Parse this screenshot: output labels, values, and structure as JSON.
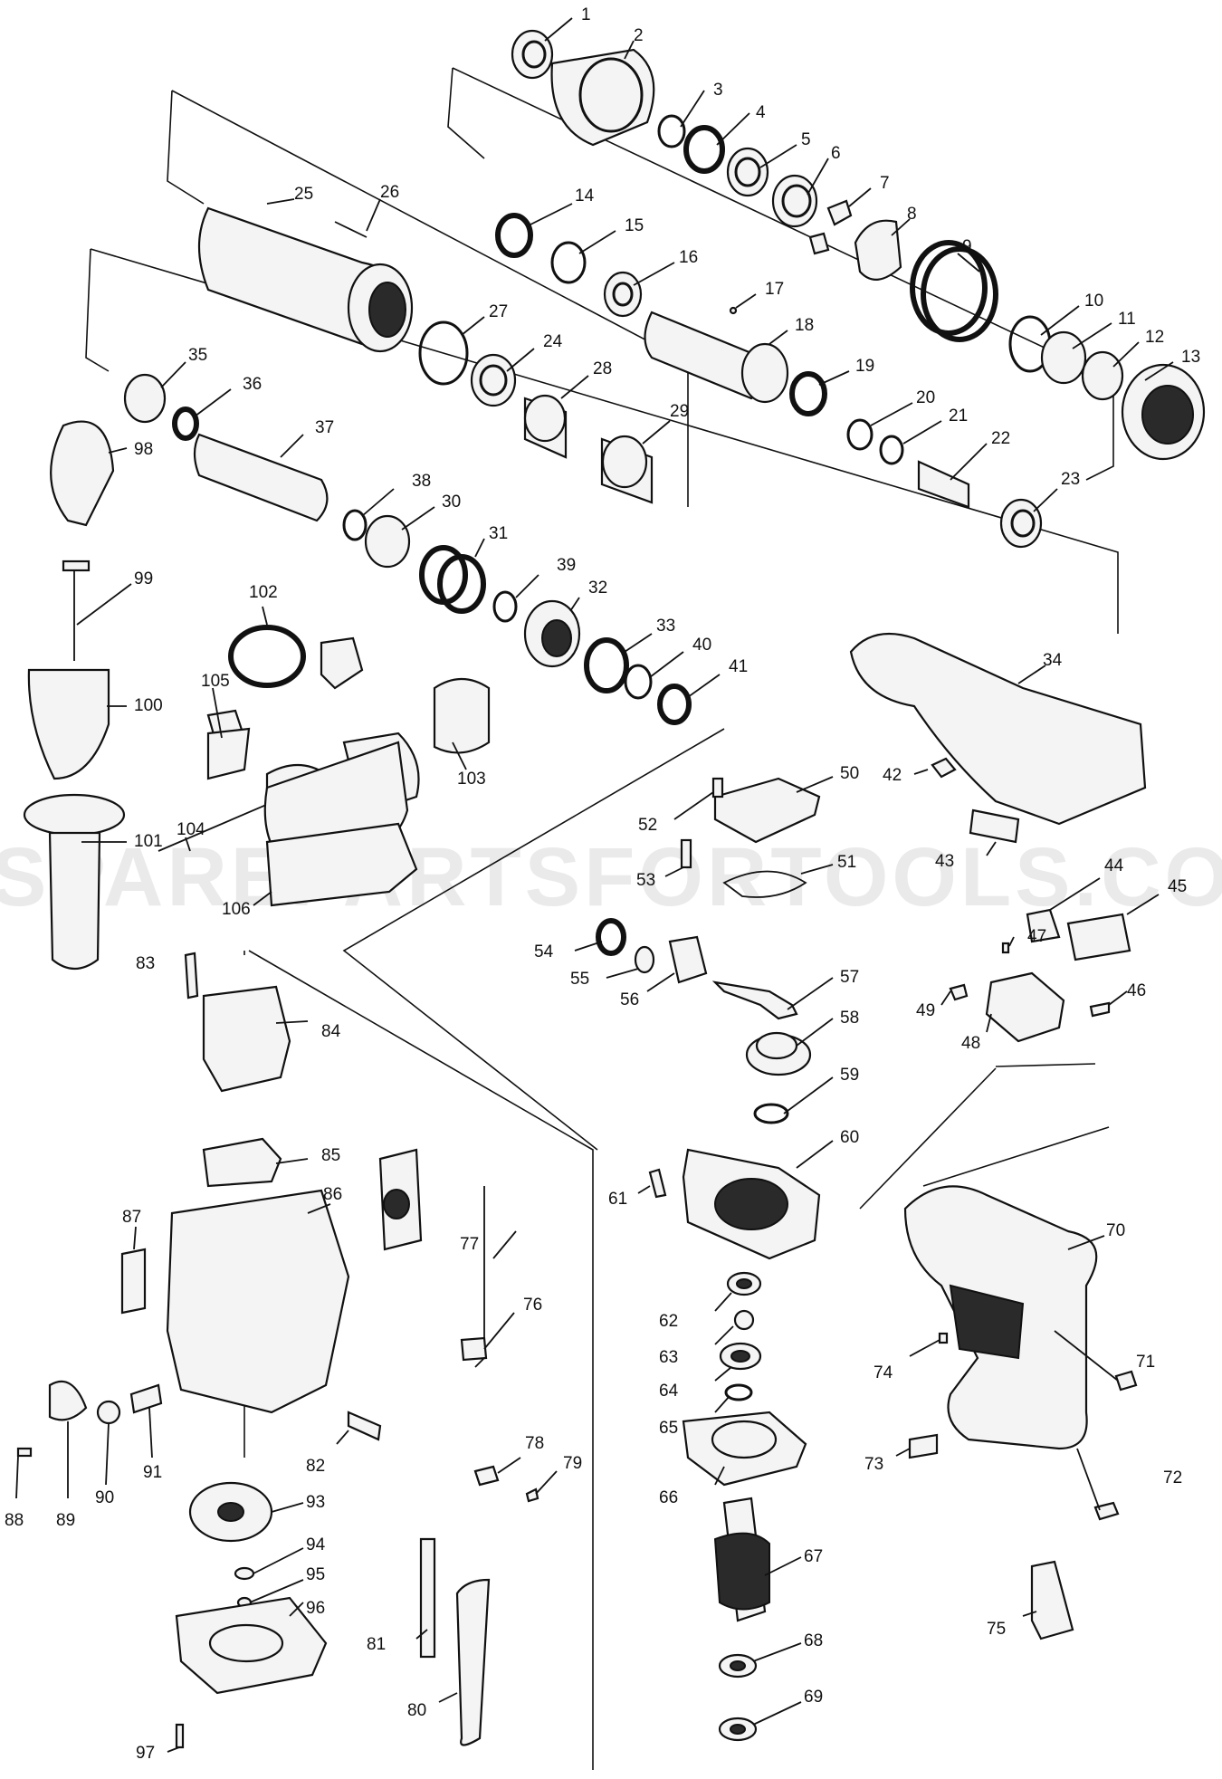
{
  "watermark": "SPAREPARTSFORTOOLS.COM.AU",
  "callouts": {
    "p1": "1",
    "p2": "2",
    "p3": "3",
    "p4": "4",
    "p5": "5",
    "p6": "6",
    "p7": "7",
    "p8": "8",
    "p9": "9",
    "p10": "10",
    "p11": "11",
    "p12": "12",
    "p13": "13",
    "p14": "14",
    "p15": "15",
    "p16": "16",
    "p17": "17",
    "p18": "18",
    "p19": "19",
    "p20": "20",
    "p21": "21",
    "p22": "22",
    "p23": "23",
    "p24": "24",
    "p25": "25",
    "p26": "26",
    "p27": "27",
    "p28": "28",
    "p29": "29",
    "p30": "30",
    "p31": "31",
    "p32": "32",
    "p33": "33",
    "p34": "34",
    "p35": "35",
    "p36": "36",
    "p37": "37",
    "p38": "38",
    "p39": "39",
    "p40": "40",
    "p41": "41",
    "p42": "42",
    "p43": "43",
    "p44": "44",
    "p45": "45",
    "p46": "46",
    "p47": "47",
    "p48": "48",
    "p49": "49",
    "p50": "50",
    "p51": "51",
    "p52": "52",
    "p53": "53",
    "p54": "54",
    "p55": "55",
    "p56": "56",
    "p57": "57",
    "p58": "58",
    "p59": "59",
    "p60": "60",
    "p61": "61",
    "p62": "62",
    "p63": "63",
    "p64": "64",
    "p65": "65",
    "p66": "66",
    "p67": "67",
    "p68": "68",
    "p69": "69",
    "p70": "70",
    "p71": "71",
    "p72": "72",
    "p73": "73",
    "p74": "74",
    "p75": "75",
    "p76": "76",
    "p77": "77",
    "p78": "78",
    "p79": "79",
    "p80": "80",
    "p81": "81",
    "p82": "82",
    "p83": "83",
    "p84": "84",
    "p85": "85",
    "p86": "86",
    "p87": "87",
    "p88": "88",
    "p89": "89",
    "p90": "90",
    "p91": "91",
    "p92": "",
    "p93": "93",
    "p94": "94",
    "p95": "95",
    "p96": "96",
    "p97": "97",
    "p98": "98",
    "p99": "99",
    "p100": "100",
    "p101": "101",
    "p102": "102",
    "p103": "103",
    "p104": "104",
    "p105": "105",
    "p106": "106"
  }
}
